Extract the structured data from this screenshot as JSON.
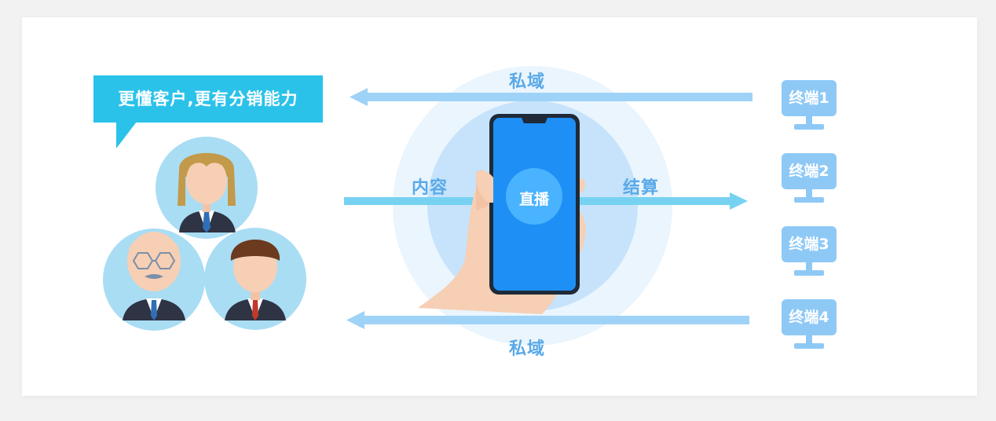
{
  "bubble": {
    "text": "更懂客户,更有分销能力"
  },
  "labels": {
    "private_top": "私域",
    "private_bottom": "私域",
    "content": "内容",
    "settlement": "结算",
    "live": "直播"
  },
  "terminals": [
    {
      "label": "终端1"
    },
    {
      "label": "终端2"
    },
    {
      "label": "终端3"
    },
    {
      "label": "终端4"
    }
  ],
  "colors": {
    "bubble": "#2bc2ea",
    "arrow": "#9fd2f7",
    "arrow_main": "#77d2f2",
    "terminal": "#8ec9f6",
    "phone_screen": "#1e8ff5",
    "label_text": "#5aa9e8"
  }
}
